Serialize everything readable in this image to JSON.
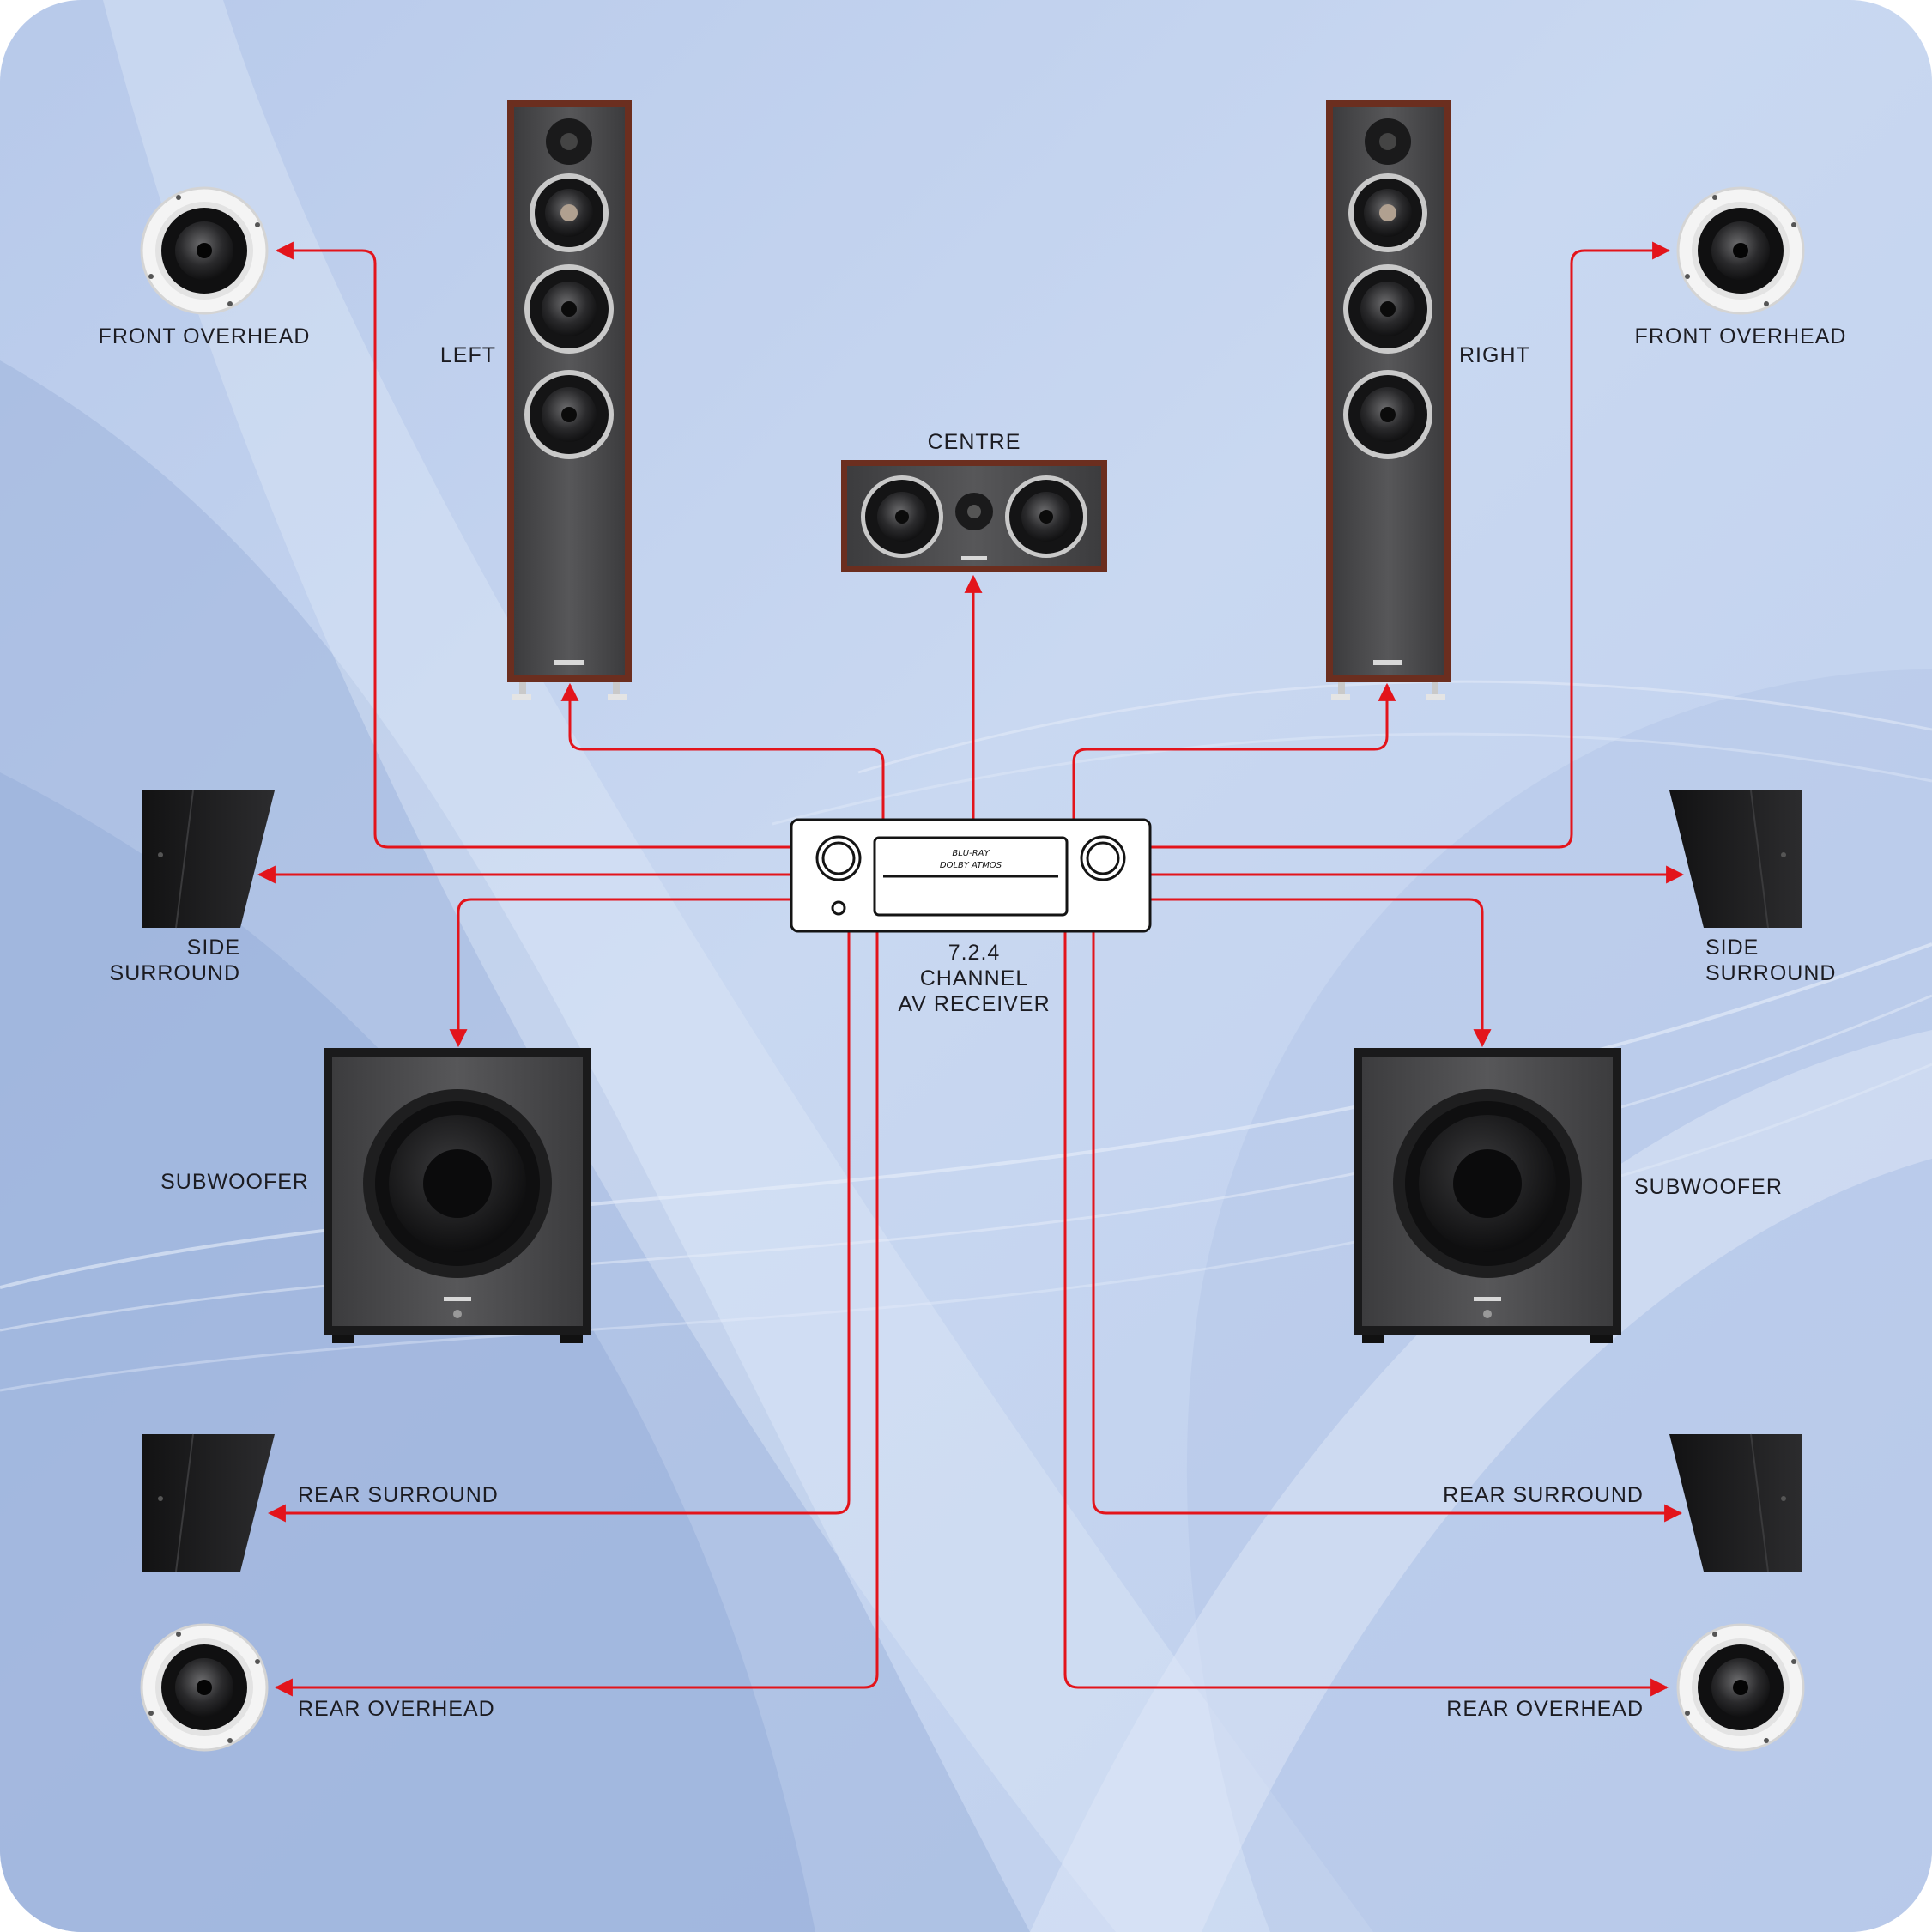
{
  "labels": {
    "front_overhead_left": "FRONT OVERHEAD",
    "front_overhead_right": "FRONT OVERHEAD",
    "left": "LEFT",
    "right": "RIGHT",
    "centre": "CENTRE",
    "side_surround_left": [
      "SIDE",
      "SURROUND"
    ],
    "side_surround_right": [
      "SIDE",
      "SURROUND"
    ],
    "receiver": [
      "7.2.4",
      "CHANNEL",
      "AV RECEIVER"
    ],
    "subwoofer_left": "SUBWOOFER",
    "subwoofer_right": "SUBWOOFER",
    "rear_surround_left": "REAR SURROUND",
    "rear_surround_right": "REAR SURROUND",
    "rear_overhead_left": "REAR OVERHEAD",
    "rear_overhead_right": "REAR OVERHEAD"
  },
  "receiver_display": [
    "BLU-RAY",
    "DOLBY ATMOS"
  ],
  "colors": {
    "background_light": "#cddbf2",
    "background_mid": "#a8bde0",
    "wire": "#e3141b",
    "wood": "#6b2e1f",
    "speaker_grey": "#4a4a4c",
    "speaker_black": "#1d1d1f"
  }
}
